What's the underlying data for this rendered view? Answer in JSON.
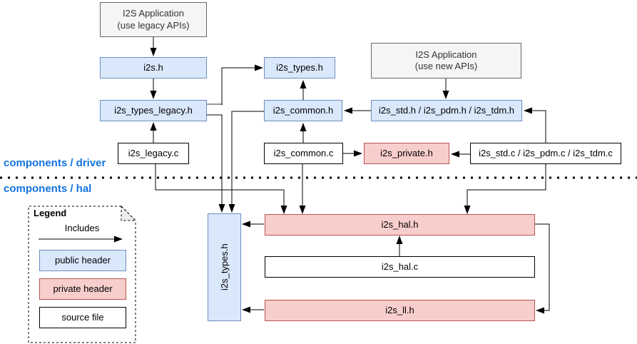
{
  "diagram": {
    "sections": {
      "driver": "components / driver",
      "hal": "components / hal"
    },
    "nodes": {
      "app_legacy_line1": "I2S Application",
      "app_legacy_line2": "(use legacy APIs)",
      "app_new_line1": "I2S Application",
      "app_new_line2": "(use new APIs)",
      "i2s_h": "i2s.h",
      "i2s_types_legacy_h": "i2s_types_legacy.h",
      "i2s_legacy_c": "i2s_legacy.c",
      "i2s_types_h_driver": "i2s_types.h",
      "i2s_common_h": "i2s_common.h",
      "i2s_common_c": "i2s_common.c",
      "i2s_private_h": "i2s_private.h",
      "i2s_std_pdm_tdm_h": "i2s_std.h / i2s_pdm.h / i2s_tdm.h",
      "i2s_std_pdm_tdm_c": "i2s_std.c / i2s_pdm.c / i2s_tdm.c",
      "i2s_types_h_hal": "i2s_types.h",
      "i2s_hal_h": "i2s_hal.h",
      "i2s_hal_c": "i2s_hal.c",
      "i2s_ll_h": "i2s_ll.h"
    },
    "legend": {
      "title": "Legend",
      "arrow_label": "Includes",
      "public_header": "public header",
      "private_header": "private header",
      "source_file": "source file"
    },
    "colors": {
      "public_header_fill": "#dae8fc",
      "public_header_border": "#6c8ebf",
      "private_header_fill": "#f8cecc",
      "private_header_border": "#b85450",
      "application_fill": "#f5f5f5",
      "application_border": "#666666",
      "source_file_fill": "#ffffff",
      "source_file_border": "#000000",
      "section_label_color": "#1273de",
      "edge_color": "#000000"
    }
  }
}
